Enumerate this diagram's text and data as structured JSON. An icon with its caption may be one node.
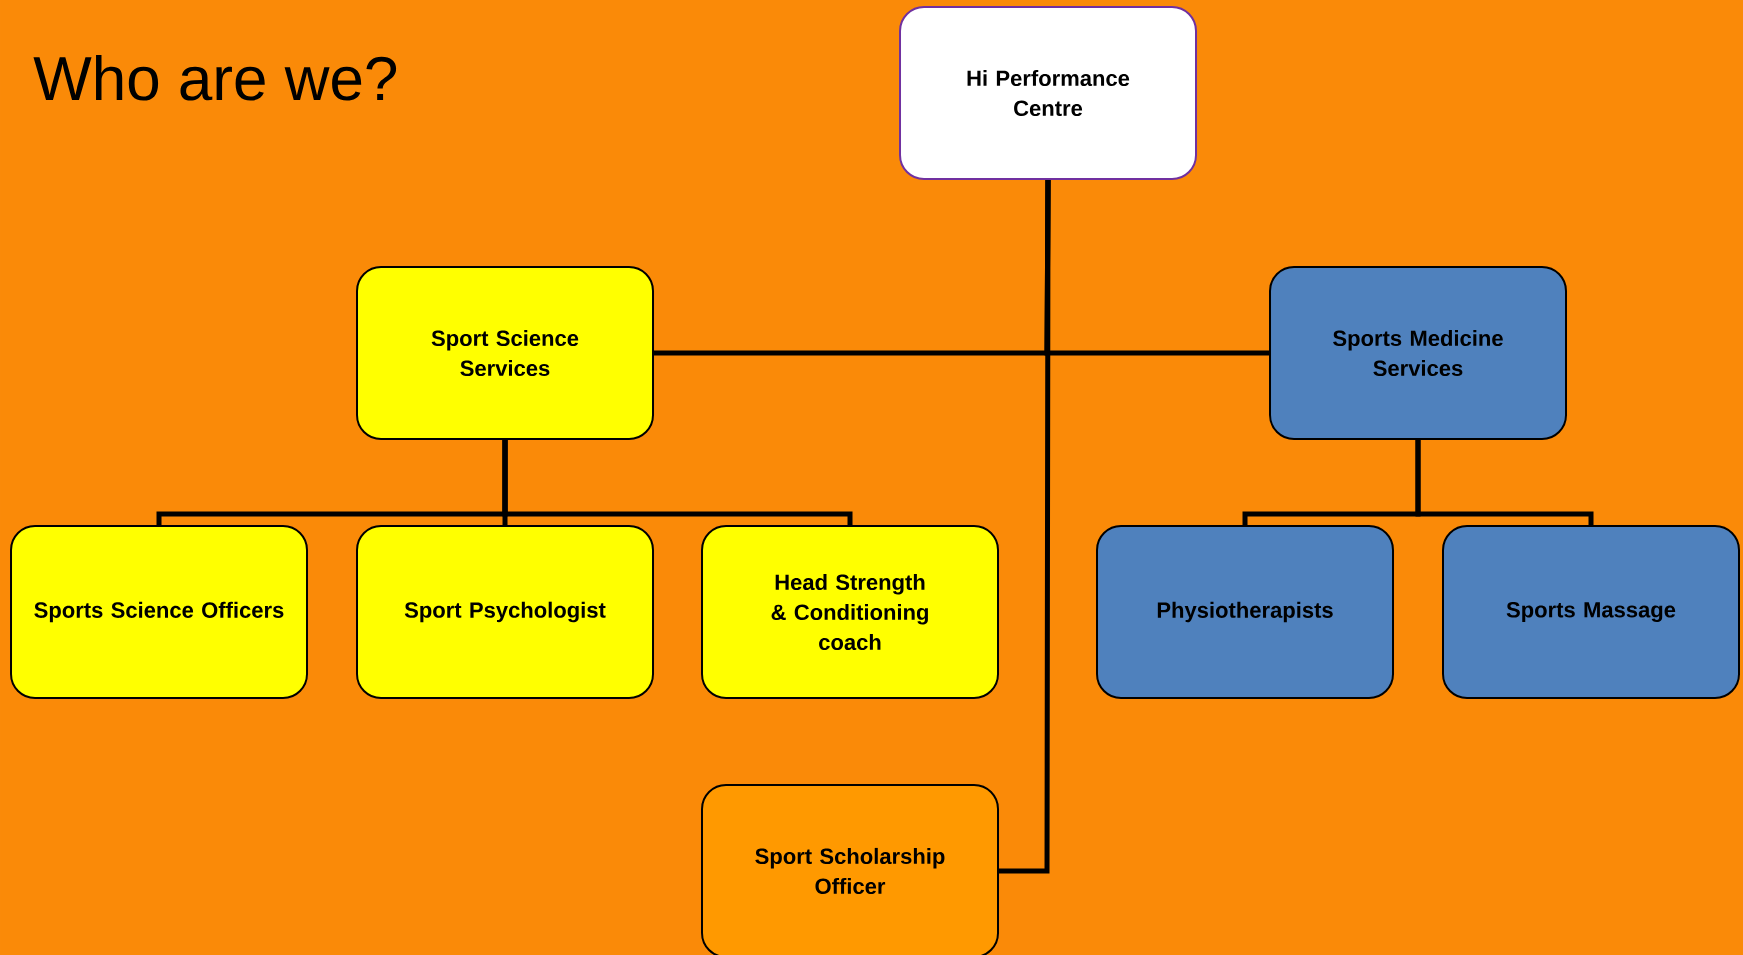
{
  "diagram": {
    "title": "Who are we?",
    "nodes": [
      {
        "text": [
          "Hi Performance Centre"
        ]
      },
      {
        "text": [
          "Sport Science Services"
        ]
      },
      {
        "text": [
          "Sports Medicine Services"
        ]
      },
      {
        "text": [
          "Sports Science Officers"
        ]
      },
      {
        "text": [
          "Sport Psychologist"
        ]
      },
      {
        "text": [
          "Head Strength & Conditioning coach"
        ]
      },
      {
        "text": [
          "Physiotherapists"
        ]
      },
      {
        "text": [
          "Sports Massage"
        ]
      },
      {
        "text": [
          "Sport Scholarship Officer"
        ]
      }
    ],
    "edges": [
      {
        "from": 0,
        "to": 1,
        "arrow": "none"
      },
      {
        "from": 0,
        "to": 2,
        "arrow": "none"
      },
      {
        "from": 0,
        "to": 8,
        "arrow": "none"
      },
      {
        "from": 1,
        "to": 3,
        "arrow": "none"
      },
      {
        "from": 1,
        "to": 4,
        "arrow": "none"
      },
      {
        "from": 1,
        "to": 5,
        "arrow": "none"
      },
      {
        "from": 2,
        "to": 6,
        "arrow": "none"
      },
      {
        "from": 2,
        "to": 7,
        "arrow": "none"
      }
    ]
  }
}
